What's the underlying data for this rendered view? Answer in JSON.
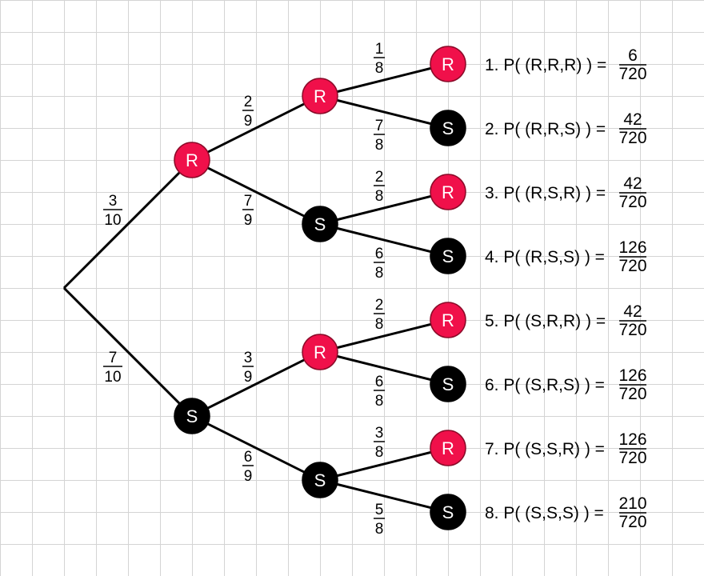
{
  "colors": {
    "grid": "#d4d4d4",
    "background": "#ffffff",
    "red_node": "#f0104a",
    "red_node_border": "#8a0a28",
    "black_node": "#000000",
    "edge": "#000000"
  },
  "tree": {
    "level1": [
      {
        "id": "A",
        "label": "R",
        "color": "red",
        "prob": {
          "num": "3",
          "den": "10"
        }
      },
      {
        "id": "B",
        "label": "S",
        "color": "black",
        "prob": {
          "num": "7",
          "den": "10"
        }
      }
    ],
    "level2": [
      {
        "id": "AR",
        "parent": "A",
        "label": "R",
        "color": "red",
        "prob": {
          "num": "2",
          "den": "9"
        }
      },
      {
        "id": "AS",
        "parent": "A",
        "label": "S",
        "color": "black",
        "prob": {
          "num": "7",
          "den": "9"
        }
      },
      {
        "id": "BR",
        "parent": "B",
        "label": "R",
        "color": "red",
        "prob": {
          "num": "3",
          "den": "9"
        }
      },
      {
        "id": "BS",
        "parent": "B",
        "label": "S",
        "color": "black",
        "prob": {
          "num": "6",
          "den": "9"
        }
      }
    ],
    "level3": [
      {
        "parent": "AR",
        "label": "R",
        "color": "red",
        "prob": {
          "num": "1",
          "den": "8"
        }
      },
      {
        "parent": "AR",
        "label": "S",
        "color": "black",
        "prob": {
          "num": "7",
          "den": "8"
        }
      },
      {
        "parent": "AS",
        "label": "R",
        "color": "red",
        "prob": {
          "num": "2",
          "den": "8"
        }
      },
      {
        "parent": "AS",
        "label": "S",
        "color": "black",
        "prob": {
          "num": "6",
          "den": "8"
        }
      },
      {
        "parent": "BR",
        "label": "R",
        "color": "red",
        "prob": {
          "num": "2",
          "den": "8"
        }
      },
      {
        "parent": "BR",
        "label": "S",
        "color": "black",
        "prob": {
          "num": "6",
          "den": "8"
        }
      },
      {
        "parent": "BS",
        "label": "R",
        "color": "red",
        "prob": {
          "num": "3",
          "den": "8"
        }
      },
      {
        "parent": "BS",
        "label": "S",
        "color": "black",
        "prob": {
          "num": "5",
          "den": "8"
        }
      }
    ]
  },
  "outcomes": [
    {
      "text": "1. P( (R,R,R) ) =",
      "num": "6",
      "den": "720"
    },
    {
      "text": "2. P( (R,R,S) ) =",
      "num": "42",
      "den": "720"
    },
    {
      "text": "3. P( (R,S,R) ) =",
      "num": "42",
      "den": "720"
    },
    {
      "text": "4. P( (R,S,S) ) =",
      "num": "126",
      "den": "720"
    },
    {
      "text": "5. P( (S,R,R) ) =",
      "num": "42",
      "den": "720"
    },
    {
      "text": "6. P( (S,R,S) ) =",
      "num": "126",
      "den": "720"
    },
    {
      "text": "7. P( (S,S,R) ) =",
      "num": "126",
      "den": "720"
    },
    {
      "text": "8. P( (S,S,S) ) =",
      "num": "210",
      "den": "720"
    }
  ]
}
